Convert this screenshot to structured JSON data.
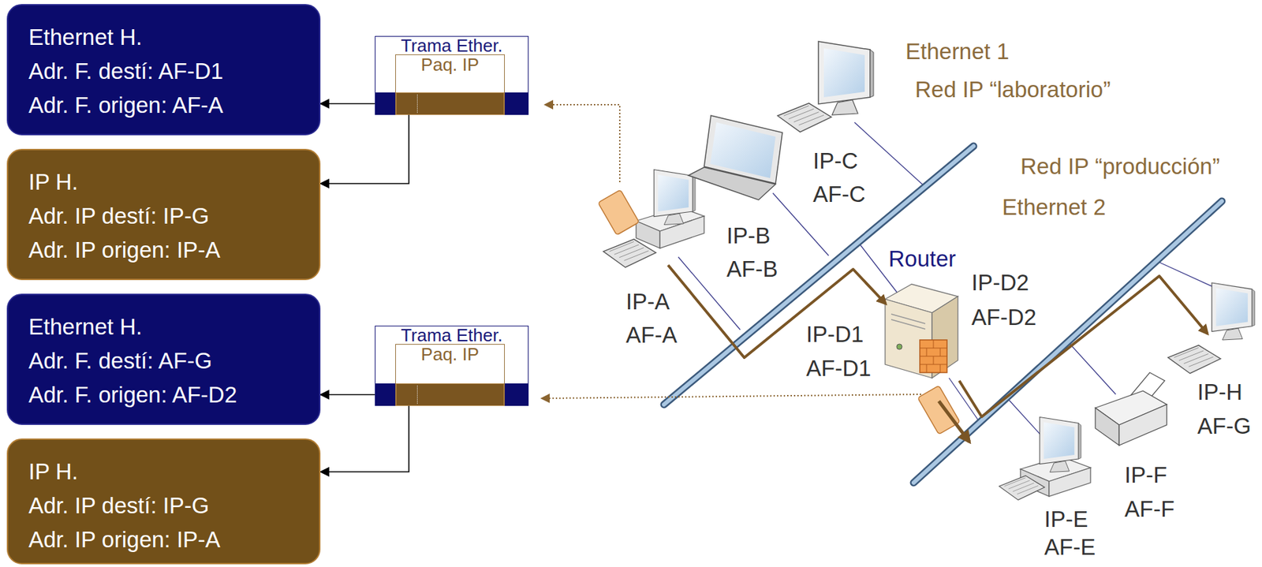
{
  "diagram": {
    "nodes": [
      {
        "text": [
          "Ethernet H.",
          "Adr. F. destí: AF-D1",
          "Adr. F. origen: AF-A"
        ]
      },
      {
        "text": [
          "IP H.",
          "Adr. IP destí: IP-G",
          "Adr. IP origen: IP-A"
        ]
      },
      {
        "text": [
          "Ethernet H.",
          "Adr. F. destí: AF-G",
          "Adr. F. origen: AF-D2"
        ]
      },
      {
        "text": [
          "IP H.",
          "Adr. IP destí: IP-G",
          "Adr. IP origen: IP-A"
        ]
      },
      {
        "text": [
          "Trama Ether."
        ]
      },
      {
        "text": [
          "Paq. IP"
        ],
        "in": 4
      },
      {
        "text": [
          "Trama Ether."
        ]
      },
      {
        "text": [
          "Paq. IP"
        ],
        "in": 6
      }
    ],
    "edges": [
      {
        "from": 4,
        "to": 0,
        "arrow": "to"
      },
      {
        "from": 5,
        "to": 1,
        "arrow": "to"
      },
      {
        "from": 6,
        "to": 2,
        "arrow": "to"
      },
      {
        "from": 7,
        "to": 3,
        "arrow": "to"
      }
    ],
    "labels": [
      "Ethernet 1",
      "Red IP “laboratorio”",
      "IP-C",
      "AF-C",
      "Red IP “producción”",
      "IP-B",
      "AF-B",
      "Ethernet 2",
      "Router",
      "IP-D2",
      "AF-D2",
      "IP-A",
      "AF-A",
      "IP-D1",
      "AF-D1",
      "IP-H",
      "AF-G",
      "IP-F",
      "AF-F",
      "IP-E",
      "AF-E"
    ]
  }
}
